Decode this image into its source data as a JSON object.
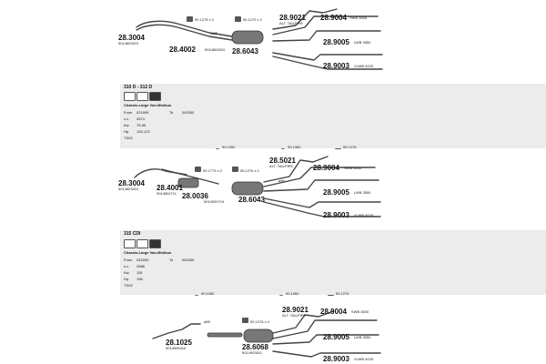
{
  "sections": [
    {
      "parts": {
        "p1": {
          "pn": "28.3004",
          "sub": "5014803010"
        },
        "p2": {
          "pn": "28.4002",
          "sub": ""
        },
        "p3": {
          "pn": "28.6043",
          "sub": ""
        },
        "p4": {
          "pn": "28.9021",
          "sub": "ALT. TAILPIPE"
        },
        "p5": {
          "pn": "28.9004",
          "sub": "SWB 3000"
        },
        "p6": {
          "pn": "28.9005",
          "sub": "LWB 3550"
        },
        "p7": {
          "pn": "28.9003",
          "sub": "XLWB 4025"
        }
      },
      "labels": {
        "l1": "90.1278 x 2",
        "l2": "90.1279 x 2",
        "l3": "ø65",
        "l4": "5014803010"
      }
    },
    {
      "title": "310 D - 312 D",
      "body": "Chassis-Large Van-Minibus",
      "rows": [
        {
          "k": "From",
          "v": "021995",
          "k2": "To",
          "v2": "042000"
        },
        {
          "k": "c.c.",
          "v": "2874"
        },
        {
          "k": "Kw.",
          "v": "75-90"
        },
        {
          "k": "Hp.",
          "v": "102-122"
        }
      ],
      "code": "T.502",
      "parts": {
        "p1": {
          "pn": "28.3004",
          "sub": "5014803010"
        },
        "p2": {
          "pn": "28.4001",
          "sub": "9014804711"
        },
        "p3": {
          "pn": "28.0036",
          "sub": "9014900719"
        },
        "p4": {
          "pn": "28.6043",
          "sub": ""
        },
        "p5": {
          "pn": "28.5021",
          "sub": "ALT. TAILPIPE"
        },
        "p6": {
          "pn": "28.9004",
          "sub": "SWB 3000"
        },
        "p7": {
          "pn": "28.9005",
          "sub": "LWB 3550"
        },
        "p8": {
          "pn": "28.9003",
          "sub": "XLWB 4025"
        }
      },
      "labels": {
        "l1": "90.1352",
        "l2": "90.1360",
        "l3": "55.1276",
        "l4": "90.1773 x 2",
        "l5": "55.1276 x 2",
        "l6": "ø60"
      }
    },
    {
      "title": "315 CDI",
      "body": "Chassis-Large Van-Minibus",
      "rows": [
        {
          "k": "From",
          "v": "042000",
          "k2": "To",
          "v2": "052006"
        },
        {
          "k": "c.c.",
          "v": "2688"
        },
        {
          "k": "Kw.",
          "v": "115"
        },
        {
          "k": "Hp.",
          "v": "156"
        }
      ],
      "code": "T.502",
      "parts": {
        "p1": {
          "pn": "28.1025",
          "sub": "9014905410"
        },
        "p2": {
          "pn": "28.6068",
          "sub": "9014903611"
        },
        "p3": {
          "pn": "28.9021",
          "sub": "ALT. TAILPIPE"
        },
        "p4": {
          "pn": "28.9004",
          "sub": "SWB 3000"
        },
        "p5": {
          "pn": "28.9005",
          "sub": "LWB 3550"
        },
        "p6": {
          "pn": "28.9003",
          "sub": "XLWB 4025"
        }
      },
      "labels": {
        "l1": "90.1082",
        "l2": "90.1060",
        "l3": "90.1276",
        "l4": "90.1278 x 4",
        "l5": "ø65"
      }
    }
  ]
}
